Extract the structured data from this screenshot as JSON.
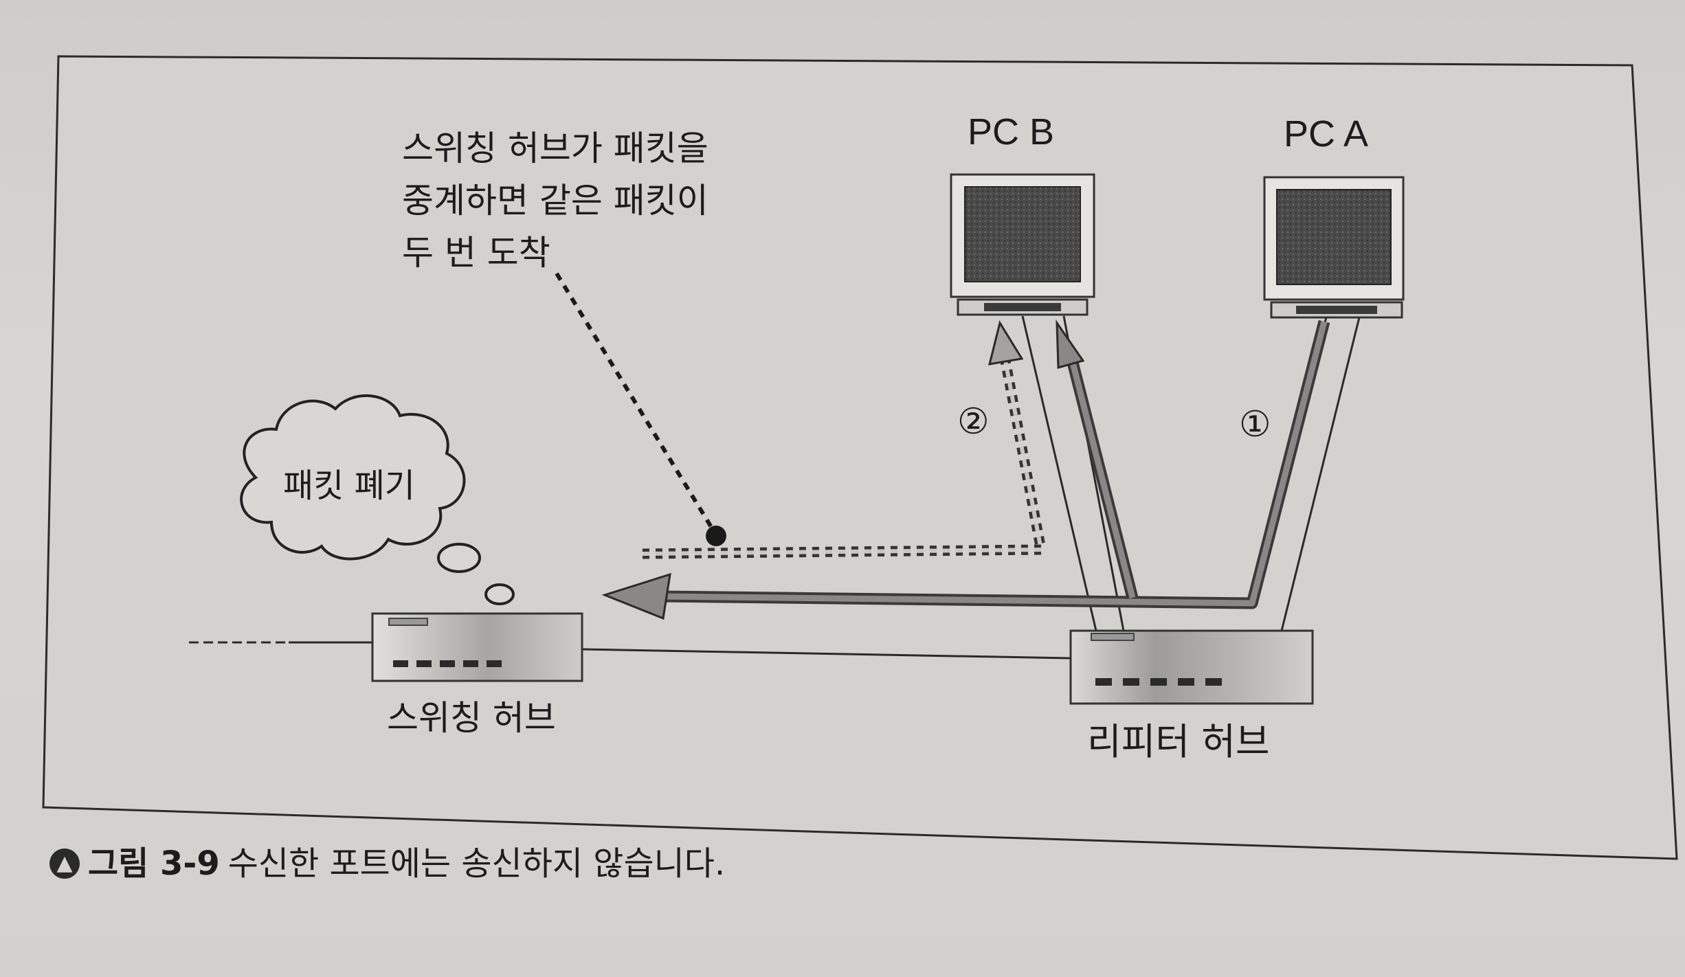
{
  "annotation": {
    "lines": [
      "스위칭 허브가 패킷을",
      "중계하면 같은 패킷이",
      "두 번 도착"
    ]
  },
  "devices": {
    "pc_b": "PC B",
    "pc_a": "PC A",
    "switching_hub": "스위칭 허브",
    "repeater_hub": "리피터 허브"
  },
  "steps": {
    "one": "①",
    "two": "②"
  },
  "thought_bubble": "패킷 폐기",
  "caption": {
    "icon": "up-arrow-circle-icon",
    "prefix": "그림 3-9",
    "text": "수신한 포트에는 송신하지 않습니다."
  }
}
